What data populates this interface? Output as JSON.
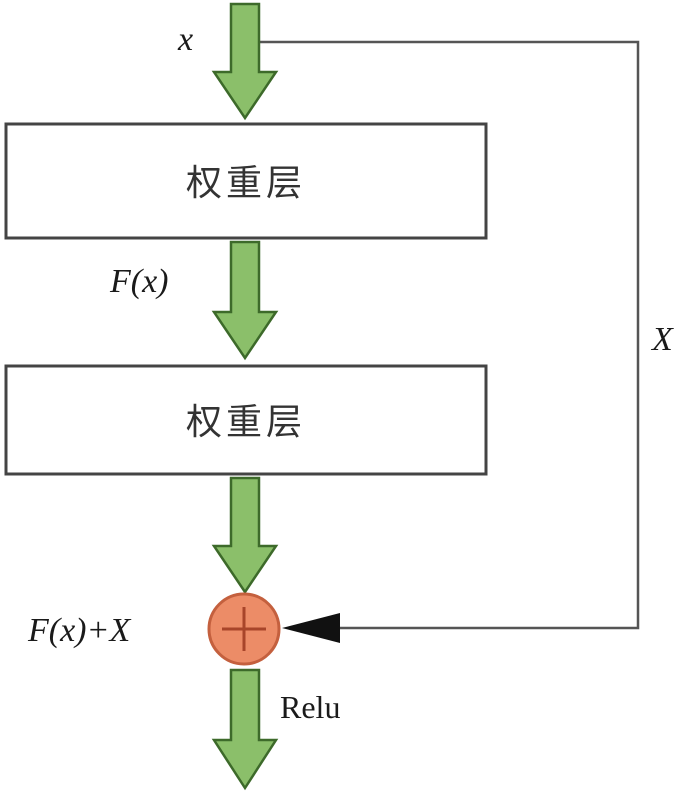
{
  "colors": {
    "arrow_fill": "#8bbf6a",
    "arrow_stroke": "#3d6a2a",
    "box_stroke": "#444444",
    "line": "#555555",
    "sum_fill": "#ec8c67",
    "sum_stroke": "#c4603e"
  },
  "labels": {
    "input": "x",
    "fx": "F(x)",
    "sum": "F(x)+X",
    "shortcut": "X",
    "activation": "Relu"
  },
  "layers": [
    {
      "label": "权重层"
    },
    {
      "label": "权重层"
    }
  ],
  "icons": {
    "sum": "plus-circle-icon",
    "shortcut_head": "arrowhead-left-icon"
  }
}
